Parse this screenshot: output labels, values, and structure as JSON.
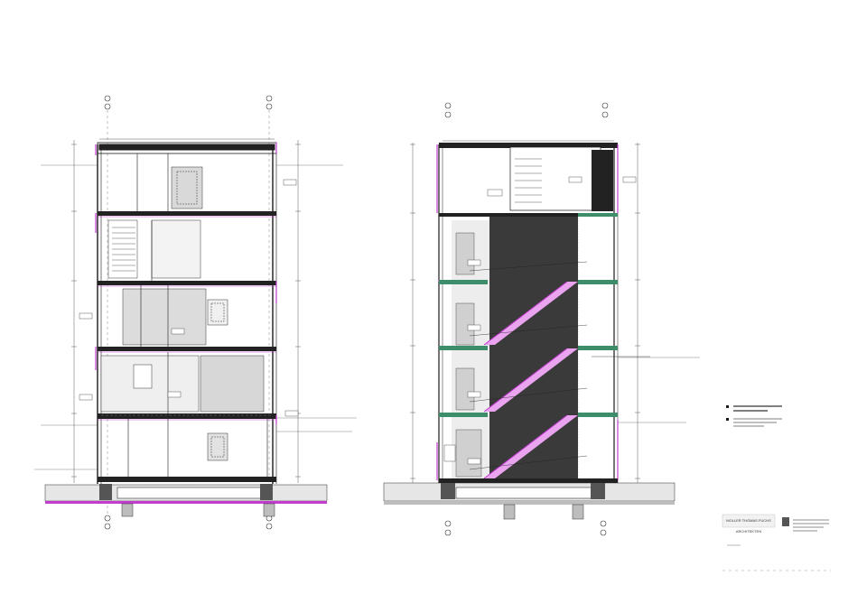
{
  "title_block": {
    "firm": "MOLLER THOMAS FUCHS",
    "firm_sub": "ARCHITEKTEN"
  },
  "colors": {
    "paper": "#ffffff",
    "line": "#1a1a1a",
    "magenta": "#c43bd0",
    "green": "#3d8c6a",
    "fill_grey": "#d9d9d9",
    "dark_facade": "#3a3a3a",
    "ground": "#bdbdbd"
  },
  "section_left": {
    "floors": 5
  },
  "section_right": {
    "floors": 5,
    "stair_flights": 3
  }
}
